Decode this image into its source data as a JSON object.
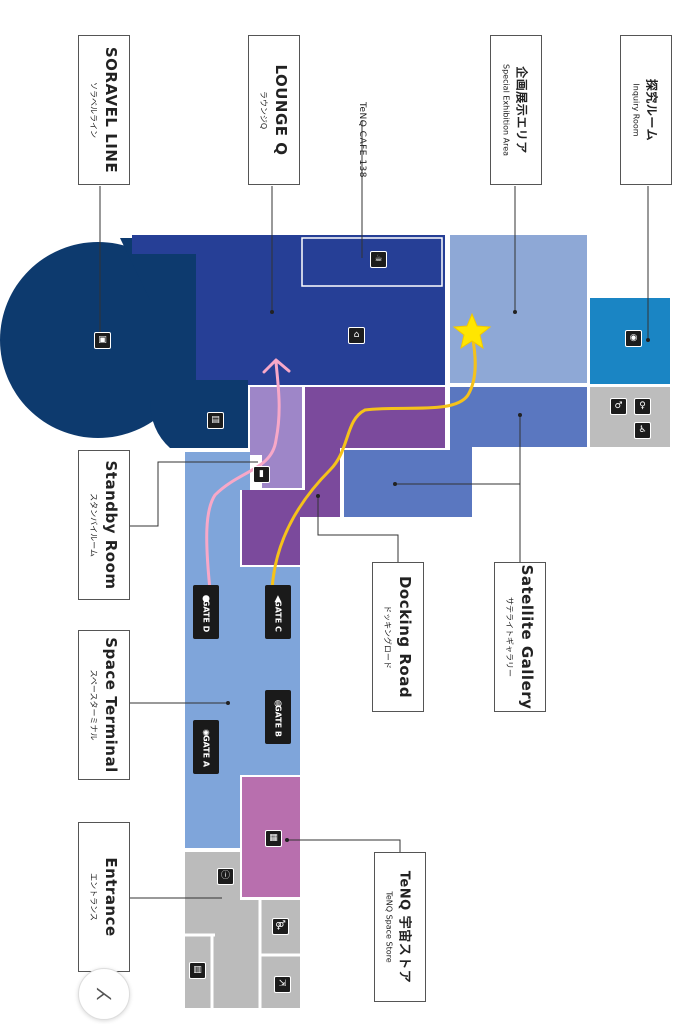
{
  "labels": {
    "soravel": {
      "en": "SORAVEL LINE",
      "ja": "ソラベルライン"
    },
    "lounge": {
      "en": "LOUNGE Q",
      "ja": "ラウンジQ"
    },
    "cafe": {
      "en": "TeNQ CAFE 138"
    },
    "special": {
      "en": "Special Exhibition Area",
      "ja": "企画展示エリア"
    },
    "inquiry": {
      "en": "Inquiry Room",
      "ja": "探究ルーム"
    },
    "standby": {
      "en": "Standby Room",
      "ja": "スタンバイルーム"
    },
    "docking": {
      "en": "Docking Road",
      "ja": "ドッキングロード"
    },
    "satellite": {
      "en": "Satellite Gallery",
      "ja": "サテライトギャラリー"
    },
    "terminal": {
      "en": "Space Terminal",
      "ja": "スペースターミナル"
    },
    "store": {
      "en": "TeNQ Space Store",
      "ja": "TeNQ 宇宙ストア"
    },
    "entrance": {
      "en": "Entrance",
      "ja": "エントランス"
    }
  },
  "gates": {
    "a": "GATE A",
    "b": "GATE B",
    "c": "GATE C",
    "d": "GATE D"
  },
  "icons": {
    "gate_a": "sun-icon",
    "gate_b": "planet-icon",
    "gate_c": "rocket-icon",
    "gate_d": "person-icon"
  },
  "colors": {
    "soravel": "#0d3a6e",
    "lounge": "#263f96",
    "special": "#8ea8d6",
    "inquiry": "#1a85c4",
    "satellite": "#5a77c0",
    "docking": "#7b4a9c",
    "standby": "#9e86c8",
    "terminal": "#7fa5da",
    "store": "#b86fae",
    "entrance": "#bbbbbb",
    "route_pink": "#f7a8c8",
    "route_yellow": "#f5c21a",
    "star": "#ffe600"
  },
  "close_symbol": "⋋"
}
